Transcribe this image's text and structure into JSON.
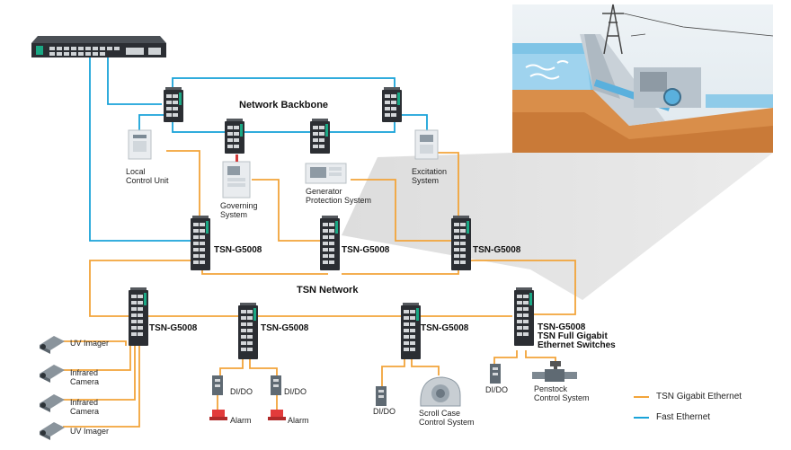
{
  "labels": {
    "network_backbone": "Network Backbone",
    "tsn_network": "TSN Network",
    "local_control_unit": "Local\nControl Unit",
    "governing_system": "Governing\nSystem",
    "generator_protection": "Generator\nProtection System",
    "excitation_system": "Excitation\nSystem",
    "switch_model": "TSN-G5008",
    "tsn_switch_caption": "TSN Full Gigabit\nEthernet Switches",
    "uv_imager": "UV Imager",
    "infrared_camera": "Infrared\nCamera",
    "dido": "DI/DO",
    "alarm": "Alarm",
    "scroll_case": "Scroll Case\nControl System",
    "penstock": "Penstock\nControl System"
  },
  "legend": {
    "gigabit": "TSN Gigabit Ethernet",
    "fast": "Fast Ethernet"
  },
  "colors": {
    "gigabit_line": "#f2a43a",
    "fast_line": "#1aa3d9",
    "switch_body": "#2b2e33",
    "switch_accent": "#1aa884",
    "alarm_red": "#e23b3b"
  },
  "icons": {
    "rackmount_switch": "rackmount-switch-icon",
    "din_switch": "din-rail-switch-icon",
    "control_cabinet": "control-cabinet-icon",
    "hydro_dam": "hydro-dam-icon",
    "camera": "camera-icon",
    "io_module": "io-module-icon",
    "alarm_light": "alarm-light-icon",
    "scroll_case": "scroll-case-icon",
    "penstock_valve": "penstock-valve-icon"
  }
}
